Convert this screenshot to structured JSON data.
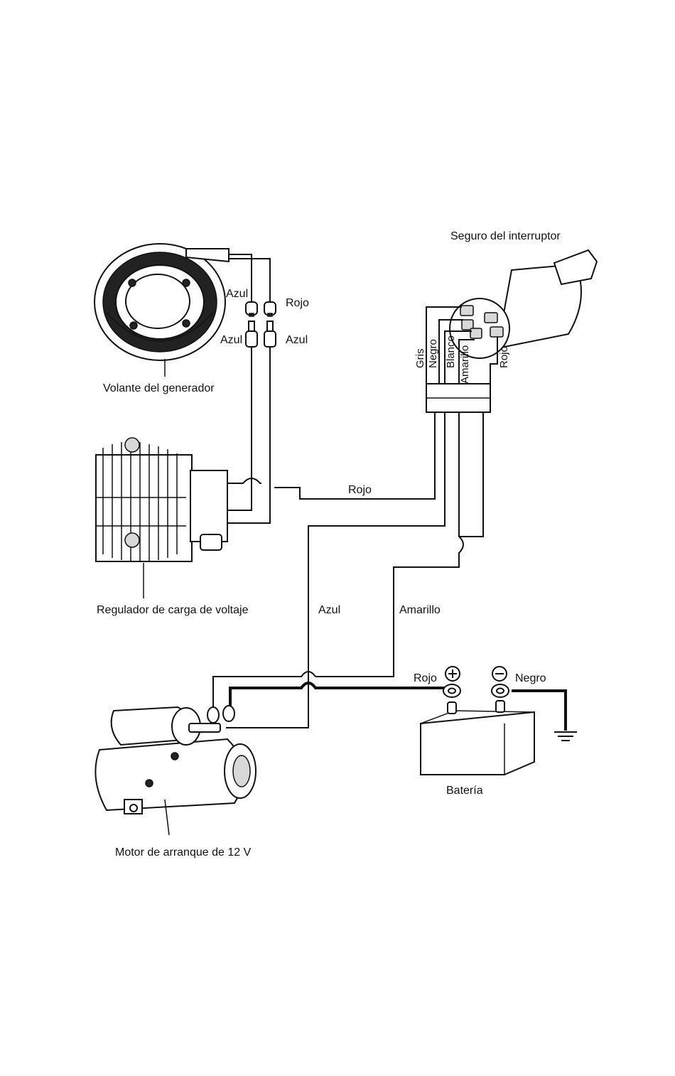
{
  "components": {
    "ignition_switch": "Seguro del interruptor",
    "flywheel_generator": "Volante del generador",
    "voltage_regulator": "Regulador de carga de voltaje",
    "starter_motor": "Motor de arranque de 12 V",
    "battery": "Batería"
  },
  "connector_labels": {
    "gen_left": "Azul",
    "gen_right": "Rojo",
    "reg_left": "Azul",
    "reg_right": "Azul"
  },
  "switch_wires": {
    "gris": "Gris",
    "negro": "Negro",
    "blanco": "Blanco",
    "amarillo": "Amarillo",
    "rojo": "Rojo"
  },
  "wire_labels": {
    "rojo_main": "Rojo",
    "azul_main": "Azul",
    "amarillo_main": "Amarillo"
  },
  "battery_terminals": {
    "positive_label": "Rojo",
    "negative_label": "Negro",
    "positive_symbol": "+",
    "negative_symbol": "−"
  }
}
